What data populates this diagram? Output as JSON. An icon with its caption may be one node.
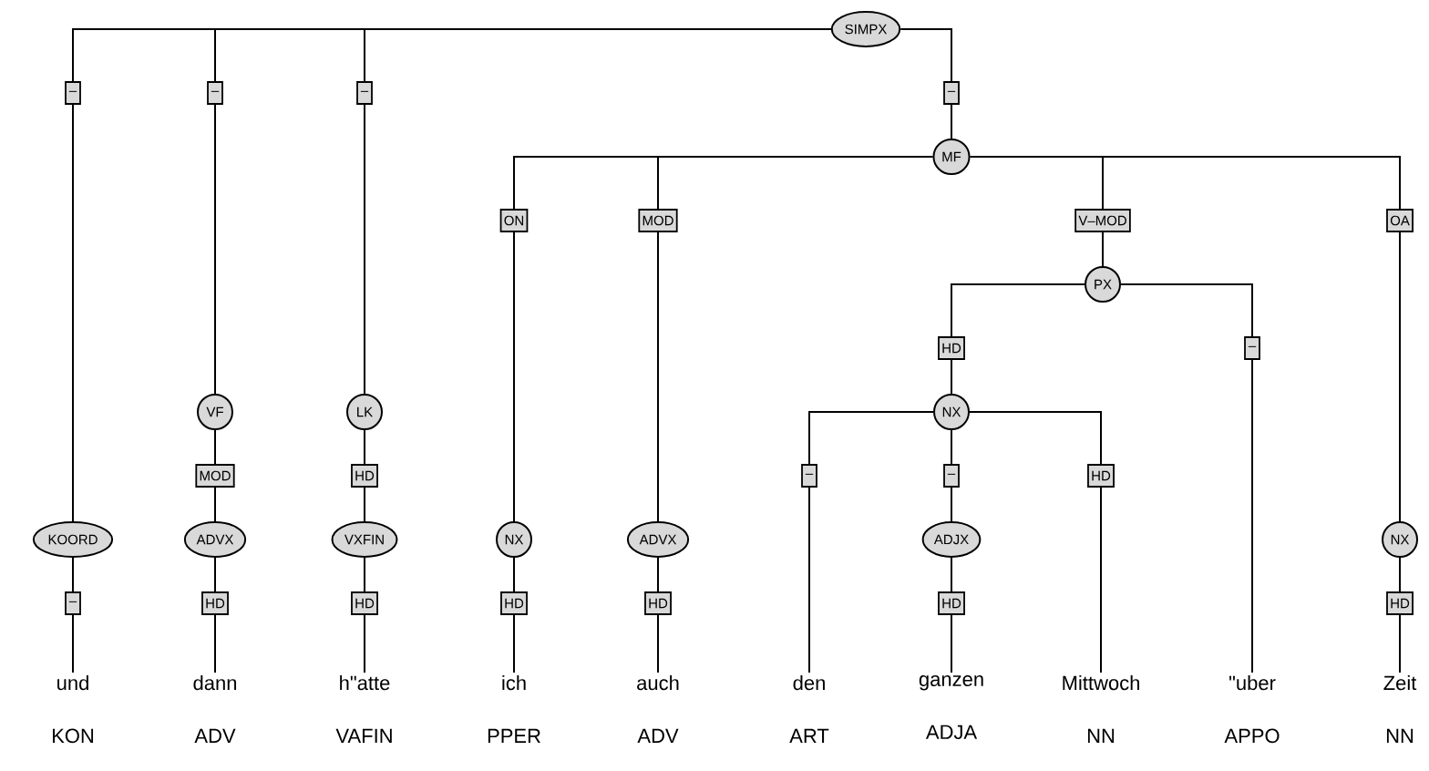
{
  "diagram": {
    "nodes": [
      {
        "text": [
          "SIMPX"
        ]
      },
      {
        "text": [
          "MF"
        ]
      },
      {
        "text": [
          "PX"
        ]
      },
      {
        "text": [
          "VF"
        ]
      },
      {
        "text": [
          "LK"
        ]
      },
      {
        "text": [
          "NX"
        ]
      },
      {
        "text": [
          "KOORD"
        ]
      },
      {
        "text": [
          "ADVX"
        ]
      },
      {
        "text": [
          "VXFIN"
        ]
      },
      {
        "text": [
          "NX"
        ]
      },
      {
        "text": [
          "ADVX"
        ]
      },
      {
        "text": [
          "ADJX"
        ]
      },
      {
        "text": [
          "NX"
        ]
      },
      {
        "text": [
          "und",
          "KON"
        ]
      },
      {
        "text": [
          "dann",
          "ADV"
        ]
      },
      {
        "text": [
          "h\"atte",
          "VAFIN"
        ]
      },
      {
        "text": [
          "ich",
          "PPER"
        ]
      },
      {
        "text": [
          "auch",
          "ADV"
        ]
      },
      {
        "text": [
          "den",
          "ART"
        ]
      },
      {
        "text": [
          "ganzen",
          "ADJA"
        ]
      },
      {
        "text": [
          "Mittwoch",
          "NN"
        ]
      },
      {
        "text": [
          "\"uber",
          "APPO"
        ]
      },
      {
        "text": [
          "Zeit",
          "NN"
        ]
      }
    ],
    "edges": [
      {
        "from": 0,
        "to": 6,
        "arrow": "none",
        "label": "–"
      },
      {
        "from": 0,
        "to": 3,
        "arrow": "none",
        "label": "–"
      },
      {
        "from": 0,
        "to": 4,
        "arrow": "none",
        "label": "–"
      },
      {
        "from": 0,
        "to": 1,
        "arrow": "none",
        "label": "–"
      },
      {
        "from": 1,
        "to": 9,
        "arrow": "none",
        "label": "ON"
      },
      {
        "from": 1,
        "to": 10,
        "arrow": "none",
        "label": "MOD"
      },
      {
        "from": 1,
        "to": 2,
        "arrow": "none",
        "label": "V–MOD"
      },
      {
        "from": 1,
        "to": 12,
        "arrow": "none",
        "label": "OA"
      },
      {
        "from": 2,
        "to": 5,
        "arrow": "none",
        "label": "HD"
      },
      {
        "from": 2,
        "to": 21,
        "arrow": "none",
        "label": "–"
      },
      {
        "from": 3,
        "to": 7,
        "arrow": "none",
        "label": "MOD"
      },
      {
        "from": 4,
        "to": 8,
        "arrow": "none",
        "label": "HD"
      },
      {
        "from": 5,
        "to": 18,
        "arrow": "none",
        "label": "–"
      },
      {
        "from": 5,
        "to": 11,
        "arrow": "none",
        "label": "–"
      },
      {
        "from": 5,
        "to": 20,
        "arrow": "none",
        "label": "HD"
      },
      {
        "from": 6,
        "to": 13,
        "arrow": "none",
        "label": "–"
      },
      {
        "from": 7,
        "to": 14,
        "arrow": "none",
        "label": "HD"
      },
      {
        "from": 8,
        "to": 15,
        "arrow": "none",
        "label": "HD"
      },
      {
        "from": 9,
        "to": 16,
        "arrow": "none",
        "label": "HD"
      },
      {
        "from": 10,
        "to": 17,
        "arrow": "none",
        "label": "HD"
      },
      {
        "from": 11,
        "to": 19,
        "arrow": "none",
        "label": "HD"
      },
      {
        "from": 12,
        "to": 22,
        "arrow": "none",
        "label": "HD"
      }
    ]
  }
}
